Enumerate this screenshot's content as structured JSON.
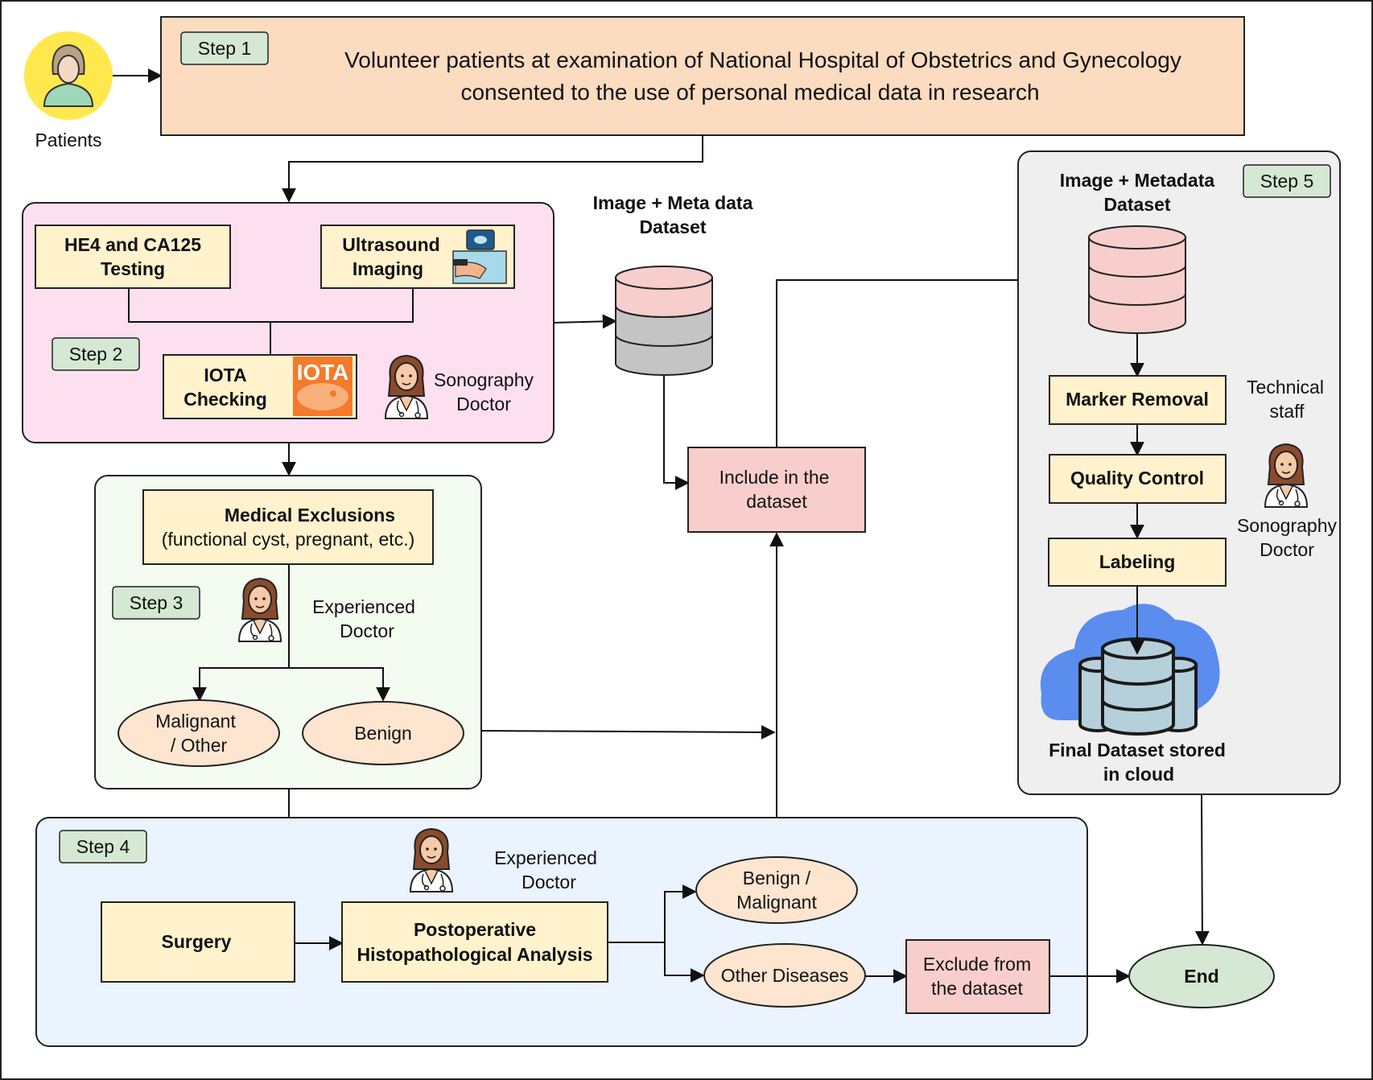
{
  "colors": {
    "step_badge": "#d5e8d4",
    "step1_box": "#fbdcc0",
    "step2_panel": "#fde0ef",
    "step3_panel": "#f4fbf1",
    "step4_panel": "#eaf3fe",
    "step5_panel": "#efefef",
    "yellow_box": "#fff2cc",
    "pink_box": "#f8cecc",
    "peach_ellipse": "#fde5cf",
    "end_node": "#d5e8d4",
    "patient_avatar_bg": "#ffe84d",
    "cloud": "#5b8def"
  },
  "patients": {
    "label": "Patients",
    "icon": "patient-avatar-icon"
  },
  "step1": {
    "badge": "Step 1",
    "text_line1": "Volunteer patients at examination of  National Hospital of Obstetrics and Gynecology",
    "text_line2": "consented to the use of personal medical data in research"
  },
  "step2": {
    "badge": "Step 2",
    "he4_line1": "HE4 and CA125",
    "he4_line2": "Testing",
    "ultrasound_line1": "Ultrasound",
    "ultrasound_line2": "Imaging",
    "iota_line1": "IOTA",
    "iota_line2": "Checking",
    "iota_logo": "IOTA",
    "doctor_line1": "Sonography",
    "doctor_line2": "Doctor"
  },
  "middle_dataset": {
    "title_line1": "Image + Meta data",
    "title_line2": "Dataset",
    "include_line1": "Include in the",
    "include_line2": "dataset"
  },
  "step3": {
    "badge": "Step 3",
    "exclusions_line1": "Medical Exclusions",
    "exclusions_line2": "(functional cyst, pregnant, etc.)",
    "doctor_line1": "Experienced",
    "doctor_line2": "Doctor",
    "malignant_line1": "Malignant",
    "malignant_line2": "/ Other",
    "benign": "Benign"
  },
  "step4": {
    "badge": "Step 4",
    "doctor_line1": "Experienced",
    "doctor_line2": "Doctor",
    "surgery": "Surgery",
    "postop_line1": "Postoperative",
    "postop_line2": "Histopathological Analysis",
    "benign_malignant_line1": "Benign /",
    "benign_malignant_line2": "Malignant",
    "other_diseases": "Other Diseases",
    "exclude_line1": "Exclude from",
    "exclude_line2": "the dataset",
    "end": "End"
  },
  "step5": {
    "badge": "Step 5",
    "title_line1": "Image + Metadata",
    "title_line2": "Dataset",
    "marker_removal": "Marker Removal",
    "quality_control": "Quality Control",
    "labeling": "Labeling",
    "staff_line1": "Technical",
    "staff_line2": "staff",
    "doctor_line1": "Sonography",
    "doctor_line2": "Doctor",
    "cloud_line1": "Final Dataset stored",
    "cloud_line2": "in cloud"
  }
}
